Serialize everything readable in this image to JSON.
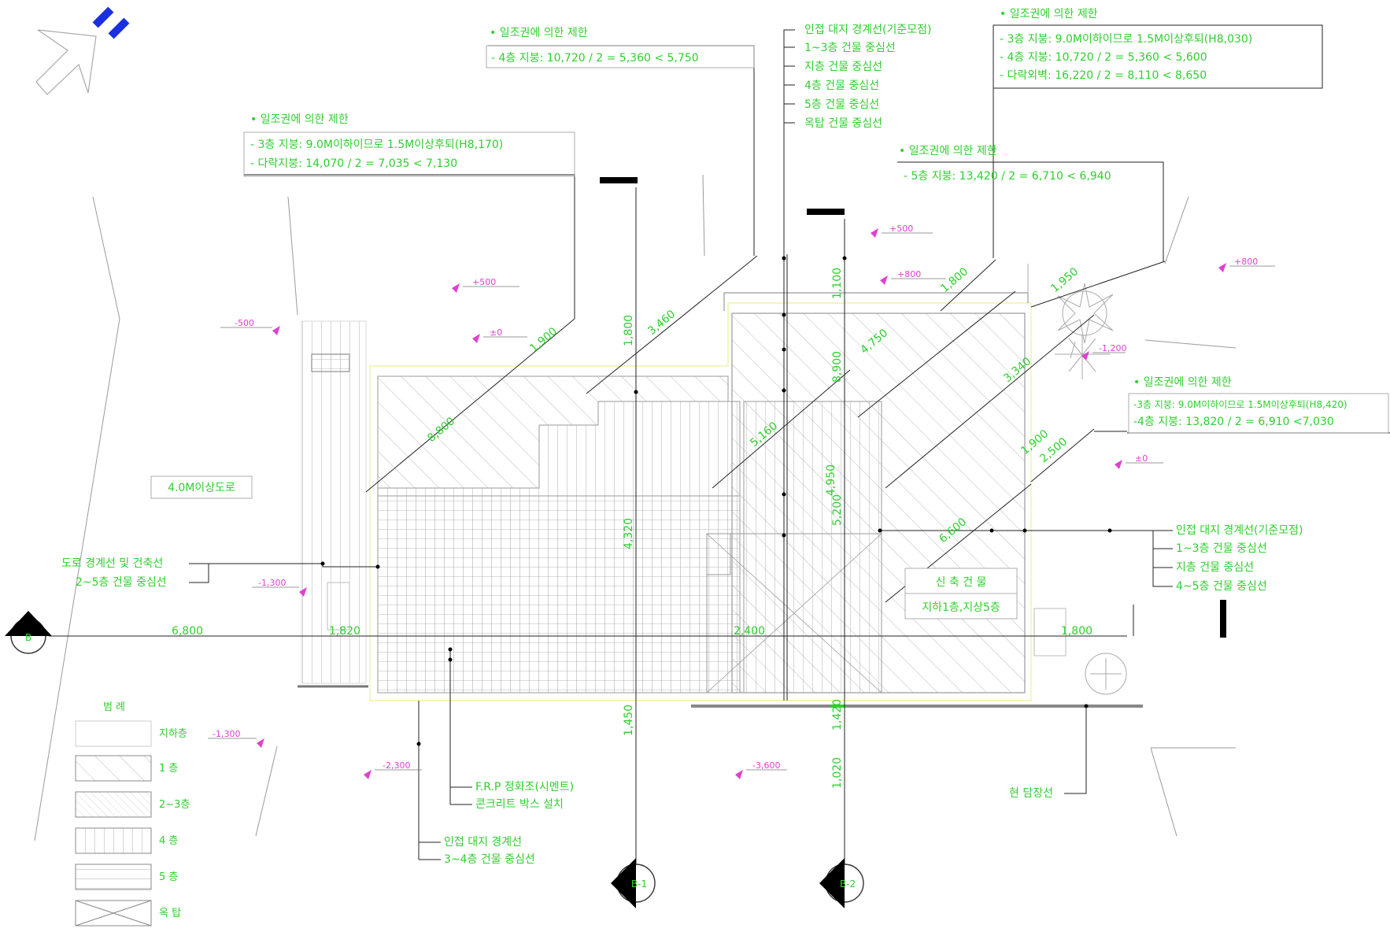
{
  "annotations": {
    "a1": {
      "title": "• 일조권에 의한 제한",
      "lines": [
        "- 4층 지붕: 10,720 / 2 = 5,360 < 5,750"
      ]
    },
    "a2": {
      "title": "• 일조권에 의한 제한",
      "lines": [
        "- 3층 지붕: 9.0M이하이므로 1.5M이상후퇴(H8,170)",
        "- 다락지붕: 14,070 / 2 = 7,035 < 7,130"
      ]
    },
    "a3": {
      "title": "• 일조권에 의한 제한",
      "lines": [
        "- 3층 지붕: 9.0M이하이므로 1.5M이상후퇴(H8,030)",
        "- 4층 지붕: 10,720 / 2 = 5,360 < 5,600",
        "- 다락외벽: 16,220 / 2 = 8,110 < 8,650"
      ]
    },
    "a4": {
      "title": "• 일조권에 의한 제한",
      "lines": [
        "- 5층 지붕: 13,420 / 2 = 6,710 < 6,940"
      ]
    },
    "a5": {
      "title": "• 일조권에 의한 제한",
      "lines": [
        "-3층 지붕: 9.0M이하이므로 1.5M이상후퇴(H8,420)",
        "-4층 지붕: 13,820 / 2 = 6,910 <7,030"
      ]
    }
  },
  "callouts": {
    "top_list": [
      "인접 대지 경계선(기준모점)",
      "1~3층 건물 중심선",
      "지층 건물 중심선",
      "4층 건물 중심선",
      "5층 건물 중심선",
      "옥탑 건물 중심선"
    ],
    "right_list": [
      "인접 대지 경계선(기준모점)",
      "1~3층 건물 중심선",
      "지층 건물 중심선",
      "4~5층 건물 중심선"
    ],
    "left_list": [
      "도로 경계선 및 건축선",
      "2~5층 건물 중심선"
    ],
    "bottom_a": [
      "F.R.P 정화조(시멘트)",
      "콘크리트 박스 설치"
    ],
    "bottom_b": [
      "인접 대지 경계선",
      "3~4층 건물 중심선"
    ],
    "bottom_c": "현 담장선",
    "road": "4.0M이상도로"
  },
  "building": {
    "name": "신 축 건 물",
    "desc": "지하1층,지상5층"
  },
  "legend": {
    "title": "범 례",
    "items": [
      {
        "label": "지하층",
        "pattern": "plain"
      },
      {
        "label": "1 층",
        "pattern": "diag"
      },
      {
        "label": "2~3층",
        "pattern": "dense"
      },
      {
        "label": "4 층",
        "pattern": "vert"
      },
      {
        "label": "5 층",
        "pattern": "horiz"
      },
      {
        "label": "옥 탑",
        "pattern": "cross"
      }
    ]
  },
  "levels": [
    "+500",
    "+500",
    "±0",
    "-500",
    "+800",
    "+800",
    "-1,200",
    "±0",
    "-1,300",
    "-1,300",
    "-2,300",
    "-3,600"
  ],
  "dimensions": [
    "6,800",
    "1,820",
    "2,400",
    "1,800",
    "1,800",
    "1,450",
    "1,100",
    "1,420",
    "5,200",
    "4,320",
    "1,900",
    "8,800",
    "3,460",
    "5,160",
    "4,750",
    "1,800",
    "3,340",
    "2,500",
    "1,950",
    "8,900",
    "6,600",
    "1,020",
    "1,900",
    "4,950"
  ],
  "markers": {
    "north": "N",
    "sec_left": "B",
    "sec_b1": "B-1",
    "sec_b2": "B-2"
  },
  "colors": {
    "annotation": "#2fcf2f",
    "level": "#e040d0",
    "north": "#1a2fe0",
    "linework": "#9a9a9a",
    "footprint": "#f2f2a8"
  }
}
